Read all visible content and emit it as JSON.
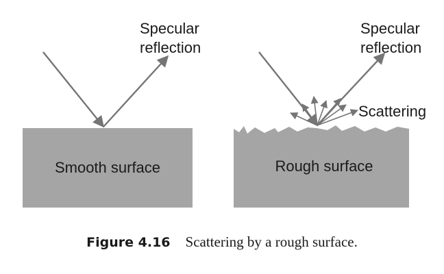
{
  "left_panel": {
    "label_line1": "Specular",
    "label_line2": "reflection",
    "surface_label": "Smooth surface"
  },
  "right_panel": {
    "label_line1": "Specular",
    "label_line2": "reflection",
    "scatter_label": "Scattering",
    "surface_label": "Rough surface"
  },
  "caption": {
    "number": "Figure 4.16",
    "text": "Scattering by a rough surface."
  },
  "colors": {
    "surface": "#a5a5a5",
    "ray": "#757575",
    "text": "#1a1a1a"
  }
}
